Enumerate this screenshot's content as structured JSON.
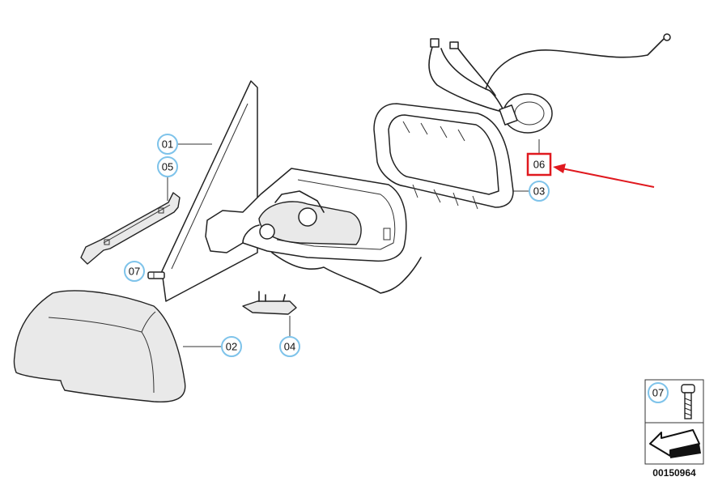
{
  "callouts": {
    "c01": "01",
    "c02": "02",
    "c03": "03",
    "c04": "04",
    "c05": "05",
    "c06": "06",
    "c07": "07",
    "legend_07": "07"
  },
  "document_number": "00150964",
  "colors": {
    "callout_ring": "#7ec3ea",
    "highlight": "#e0191f",
    "line": "#222222"
  },
  "icons": {
    "arrow": "red-pointer-arrow",
    "screw": "screw-icon",
    "navigation": "next-page-arrow-icon"
  }
}
